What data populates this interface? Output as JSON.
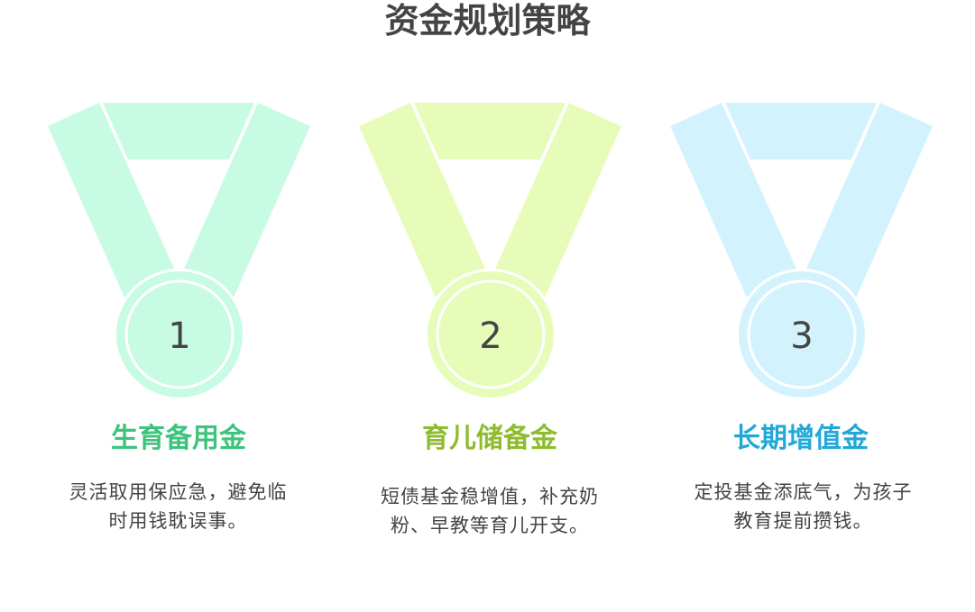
{
  "title": "资金规划策略",
  "items": [
    {
      "number": "1",
      "title": "生育备用金",
      "description": "灵活取用保应急，避免临时用钱耽误事。",
      "fill": "#c8fbe4",
      "title_color": "#3cc47c"
    },
    {
      "number": "2",
      "title": "育儿储备金",
      "description": "短债基金稳增值，补充奶粉、早教等育儿开支。",
      "fill": "#e8fcb9",
      "title_color": "#8dbc2c"
    },
    {
      "number": "3",
      "title": "长期增值金",
      "description": "定投基金添底气，为孩子教育提前攒钱。",
      "fill": "#d2f3fd",
      "title_color": "#22a8d8"
    }
  ]
}
